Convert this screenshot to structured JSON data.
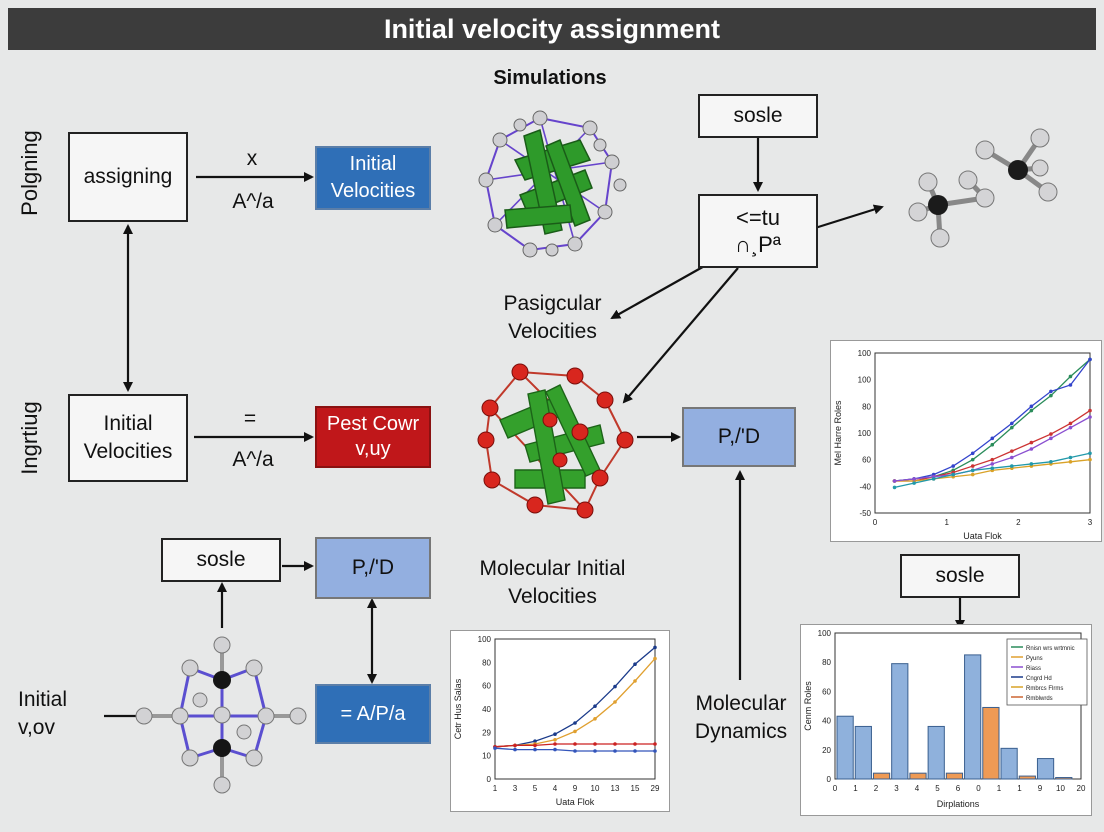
{
  "title": "Initial velocity assignment",
  "side_labels": {
    "top": "Polgning",
    "middle": "Ingrtiug"
  },
  "nodes": {
    "assigning": "assigning",
    "initial_velocities_blue": "Initial Velocities",
    "edge_top_x": "x",
    "edge_top_aa": "A^/a",
    "simulations": "Simulations",
    "sosle_top": "sosle",
    "formula_box_line1": "<=tu",
    "formula_box_line2": "∩¸Pª",
    "pasigcular": "Pasigcular Velocities",
    "initial_velocities_mid": "Initial Velocities",
    "edge_mid_eq": "=",
    "edge_mid_aa": "A^/a",
    "pest_cowr": "Pest Cowr v,uy",
    "pd_mid": "P,/'D",
    "sosle_bottom_left": "sosle",
    "pd_bottom": "P,/'D",
    "ap_box": "= A/P/a",
    "molecular_initial": "Molecular Initial Velocities",
    "initial_vov": "Initial v,ov",
    "molecular_dynamics": "Molecular Dynamics",
    "sosle_bottom_right": "sosle"
  },
  "chart_data": [
    {
      "type": "line",
      "title": "",
      "xlabel": "Uata Flok",
      "ylabel": "Mel Harre Roles",
      "x_ticks": [
        "0",
        "1",
        "2",
        "3"
      ],
      "y_ticks": [
        "100",
        "100",
        "80",
        "100",
        "60",
        "-40",
        "-50"
      ],
      "legend": [
        "",
        ""
      ],
      "series_colors": [
        "#2a8c5a",
        "#3344cc",
        "#cc3333",
        "#d9a227",
        "#8a4fd0",
        "#2299aa"
      ],
      "x": [
        0.3,
        0.6,
        0.9,
        1.2,
        1.5,
        1.8,
        2.1,
        2.4,
        2.7,
        3.0,
        3.3
      ],
      "series": [
        {
          "values": [
            55,
            56,
            57,
            60,
            65,
            72,
            80,
            88,
            95,
            104,
            112
          ]
        },
        {
          "values": [
            55,
            56,
            58,
            62,
            68,
            75,
            82,
            90,
            97,
            100,
            112
          ]
        },
        {
          "values": [
            55,
            55,
            57,
            59,
            62,
            65,
            69,
            73,
            77,
            82,
            88
          ]
        },
        {
          "values": [
            55,
            55,
            56,
            57,
            58,
            60,
            61,
            62,
            63,
            64,
            65
          ]
        },
        {
          "values": [
            55,
            56,
            57,
            58,
            60,
            63,
            66,
            70,
            75,
            80,
            85
          ]
        },
        {
          "values": [
            52,
            54,
            56,
            58,
            60,
            61,
            62,
            63,
            64,
            66,
            68
          ]
        }
      ]
    },
    {
      "type": "line",
      "title": "",
      "xlabel": "Uata Flok",
      "ylabel": "Cetr Hus Salas",
      "x_ticks": [
        "1",
        "3",
        "5",
        "4",
        "9",
        "10",
        "13",
        "15",
        "29"
      ],
      "y_ticks": [
        "100",
        "80",
        "60",
        "40",
        "29",
        "10",
        "0"
      ],
      "series_colors": [
        "#1a3a8a",
        "#e0a030",
        "#cc2222",
        "#3355bb"
      ],
      "x": [
        1,
        3,
        5,
        7,
        9,
        11,
        13,
        15,
        17
      ],
      "series": [
        {
          "values": [
            23,
            24,
            27,
            32,
            40,
            52,
            66,
            82,
            94
          ]
        },
        {
          "values": [
            23,
            24,
            25,
            28,
            34,
            43,
            55,
            70,
            86
          ]
        },
        {
          "values": [
            23,
            24,
            24,
            25,
            25,
            25,
            25,
            25,
            25
          ]
        },
        {
          "values": [
            22,
            21,
            21,
            21,
            20,
            20,
            20,
            20,
            20
          ]
        }
      ]
    },
    {
      "type": "bar",
      "title": "",
      "xlabel": "Dirplations",
      "ylabel": "Cenm Roles",
      "x_ticks": [
        "0",
        "1",
        "2",
        "3",
        "4",
        "5",
        "6",
        "0",
        "1",
        "1",
        "9",
        "10",
        "20"
      ],
      "y_ticks": [
        "100",
        "80",
        "60",
        "40",
        "20",
        "0"
      ],
      "legend": [
        "Rnisn wrs wrtmnic",
        "Pyuns",
        "Riass",
        "Cngrd Hd",
        "Rmbrcs Flrms",
        "Rmblwrds"
      ],
      "legend_colors": [
        "#2a8c5a",
        "#e0a030",
        "#8a4fd0",
        "#1a3a8a",
        "#d9a227",
        "#cc6633"
      ],
      "values": [
        43,
        36,
        4,
        79,
        4,
        36,
        4,
        85,
        49,
        21,
        2,
        14,
        1
      ],
      "value_colors": [
        "b",
        "b",
        "o",
        "b",
        "o",
        "b",
        "o",
        "b",
        "o",
        "b",
        "o",
        "b",
        "o"
      ]
    }
  ]
}
